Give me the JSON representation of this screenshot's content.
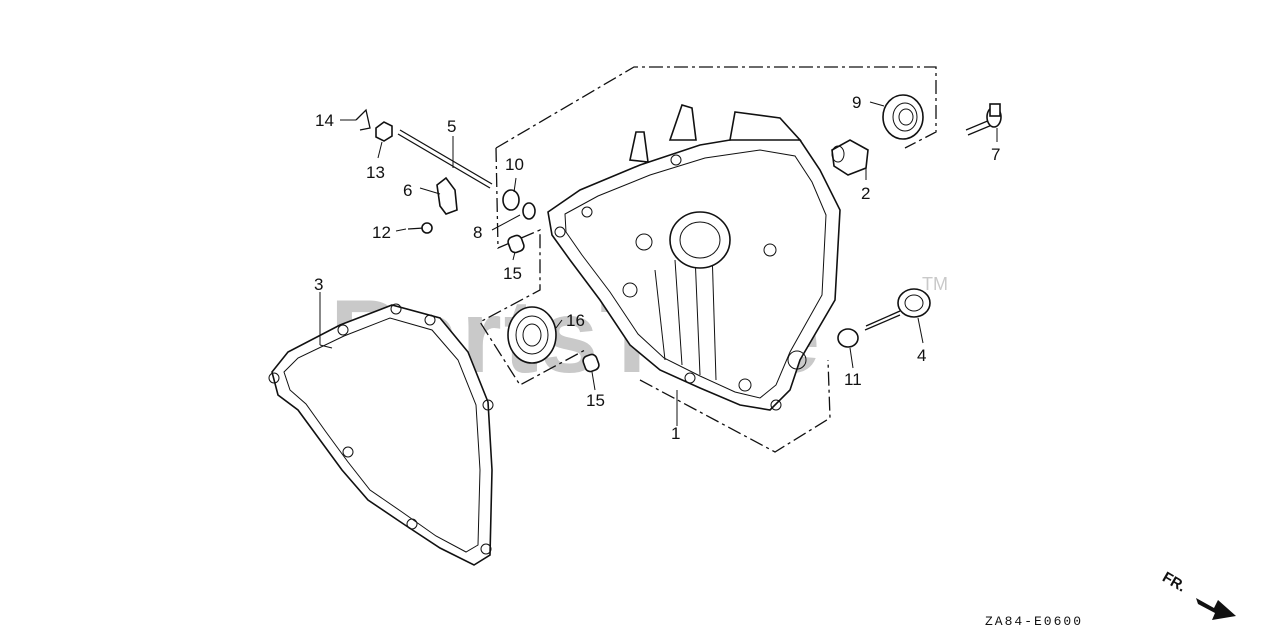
{
  "watermark": {
    "text": "PartsTree",
    "trademark": "TM"
  },
  "diagram_code": "ZA84-E0600",
  "direction_label": "FR.",
  "callouts": [
    {
      "id": "c1",
      "label": "1"
    },
    {
      "id": "c2",
      "label": "2"
    },
    {
      "id": "c3",
      "label": "3"
    },
    {
      "id": "c4",
      "label": "4"
    },
    {
      "id": "c5",
      "label": "5"
    },
    {
      "id": "c6",
      "label": "6"
    },
    {
      "id": "c7",
      "label": "7"
    },
    {
      "id": "c8",
      "label": "8"
    },
    {
      "id": "c9",
      "label": "9"
    },
    {
      "id": "c10",
      "label": "10"
    },
    {
      "id": "c11",
      "label": "11"
    },
    {
      "id": "c12",
      "label": "12"
    },
    {
      "id": "c13",
      "label": "13"
    },
    {
      "id": "c14",
      "label": "14"
    },
    {
      "id": "c15a",
      "label": "15"
    },
    {
      "id": "c15b",
      "label": "15"
    },
    {
      "id": "c16",
      "label": "16"
    }
  ]
}
